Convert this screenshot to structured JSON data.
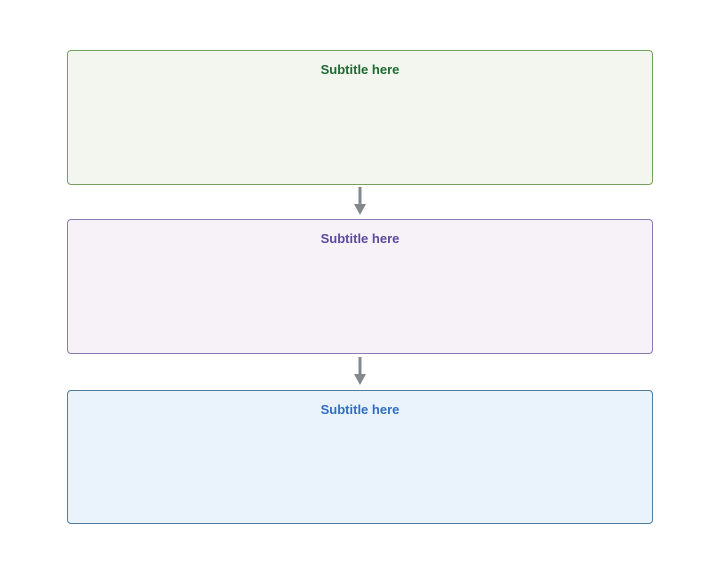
{
  "diagram": {
    "boxes": [
      {
        "label": "Subtitle here",
        "bg": "#f2f6ee",
        "border": "#74a05e",
        "label_color": "#1e6b32"
      },
      {
        "label": "Subtitle here",
        "bg": "#f7f1f8",
        "border": "#8a7ab3",
        "label_color": "#5b4a9e"
      },
      {
        "label": "Subtitle here",
        "bg": "#eaf2fb",
        "border": "#4e7d9e",
        "label_color": "#2e6fc3"
      }
    ],
    "arrow_color": "#85888b"
  }
}
